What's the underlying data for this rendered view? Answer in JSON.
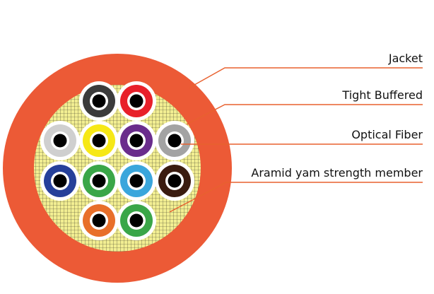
{
  "labels": {
    "jacket": "Jacket",
    "tight_buffered": "Tight Buffered",
    "optical_fiber": "Optical Fiber",
    "aramid": "Aramid yam strength member"
  },
  "colors": {
    "jacket": "#ec5a36",
    "aramid_fill": "#f2ee92",
    "aramid_mesh": "#3a3a2a",
    "leader": "#e8612f",
    "core": "#000000"
  },
  "fibers": [
    {
      "name": "black",
      "color": "#3b3b3b"
    },
    {
      "name": "red",
      "color": "#e8202a"
    },
    {
      "name": "white",
      "color": "#cfcfcf"
    },
    {
      "name": "yellow",
      "color": "#f6e816"
    },
    {
      "name": "violet",
      "color": "#6a2c8c"
    },
    {
      "name": "gray",
      "color": "#a3a3a3"
    },
    {
      "name": "blue",
      "color": "#26409a"
    },
    {
      "name": "green",
      "color": "#3aa648"
    },
    {
      "name": "aqua",
      "color": "#3aa6dc"
    },
    {
      "name": "brown",
      "color": "#3a1c10"
    },
    {
      "name": "orange",
      "color": "#e86f2a"
    },
    {
      "name": "green-2",
      "color": "#3aa648"
    }
  ]
}
